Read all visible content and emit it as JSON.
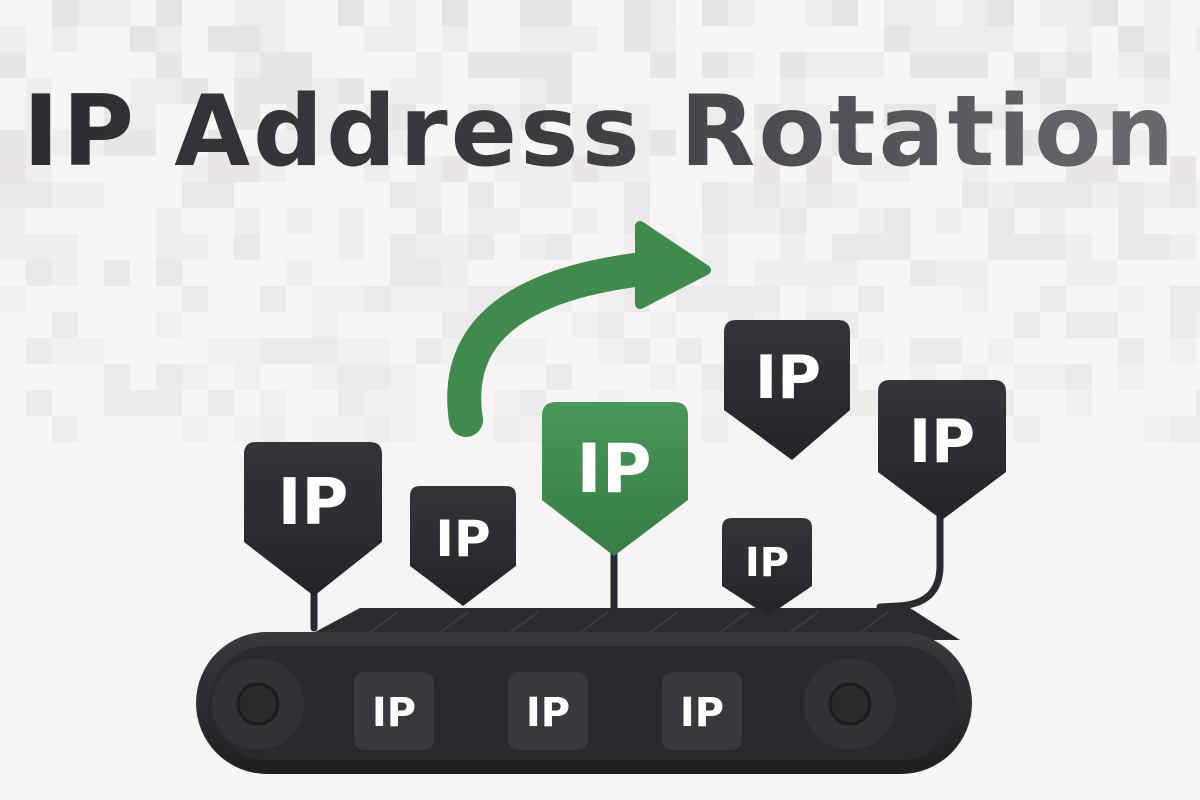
{
  "title": "IP Address Rotation",
  "colors": {
    "background": "#f6f4f4",
    "tag_dark": "#2b2b2f",
    "tag_active": "#3f8a4c",
    "arrow": "#3f8a4c",
    "belt": "#2a2a2d",
    "text_on_tag": "#ffffff"
  },
  "tags": {
    "tag_1": "IP",
    "tag_2": "IP",
    "tag_active": "IP",
    "tag_4": "IP",
    "tag_5": "IP",
    "tag_6": "IP"
  },
  "belt_tiles": [
    "IP",
    "IP",
    "IP"
  ],
  "icons": {
    "arrow": "curved-arrow-icon",
    "roller_left": "roller-icon",
    "roller_right": "roller-icon"
  }
}
